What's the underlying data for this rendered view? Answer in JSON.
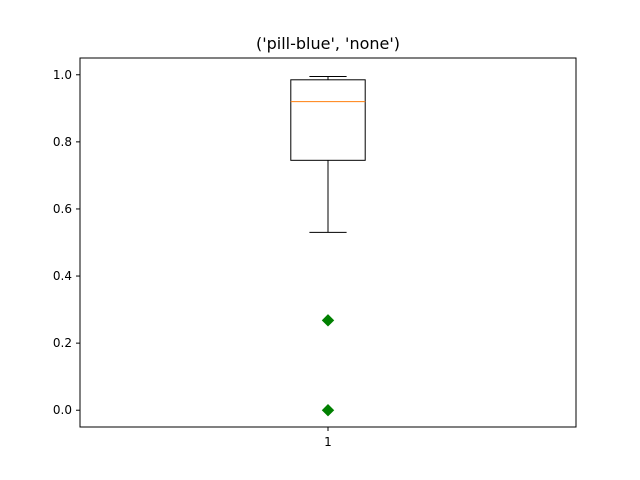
{
  "chart_data": {
    "type": "box",
    "title": "('pill-blue', 'none')",
    "xlabel": "",
    "ylabel": "",
    "categories": [
      "1"
    ],
    "yticks": [
      "0.0",
      "0.2",
      "0.4",
      "0.6",
      "0.8",
      "1.0"
    ],
    "ylim": [
      -0.05,
      1.05
    ],
    "grid": false,
    "boxes": [
      {
        "category": "1",
        "whisker_low": 0.53,
        "q1": 0.745,
        "median": 0.92,
        "q3": 0.985,
        "whisker_high": 0.995,
        "outliers": [
          0.268,
          0.0
        ]
      }
    ],
    "colors": {
      "box": "#000000",
      "median": "#ff7f0e",
      "outlier": "#008000"
    }
  }
}
